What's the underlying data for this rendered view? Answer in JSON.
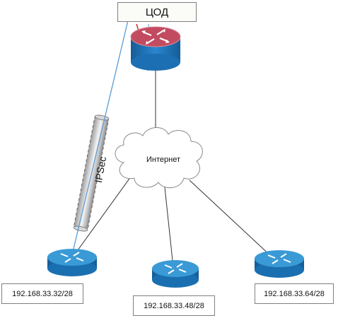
{
  "hub": {
    "label": "ЦОД"
  },
  "cloud": {
    "label": "Интернет"
  },
  "tunnel": {
    "label": "IPSec"
  },
  "branches": [
    {
      "subnet": "192.168.33.32/28"
    },
    {
      "subnet": "192.168.33.48/28"
    },
    {
      "subnet": "192.168.33.64/28"
    }
  ],
  "colors": {
    "hub_router_top": "#c24b60",
    "hub_router_side": "#1d6fb3",
    "branch_router_top": "#3a9ad6",
    "branch_router_side": "#1a6fb0",
    "tunnel_arrow": "#5b9bd5",
    "return_arrow": "#c00000",
    "cloud_border": "#8a8a8a"
  }
}
